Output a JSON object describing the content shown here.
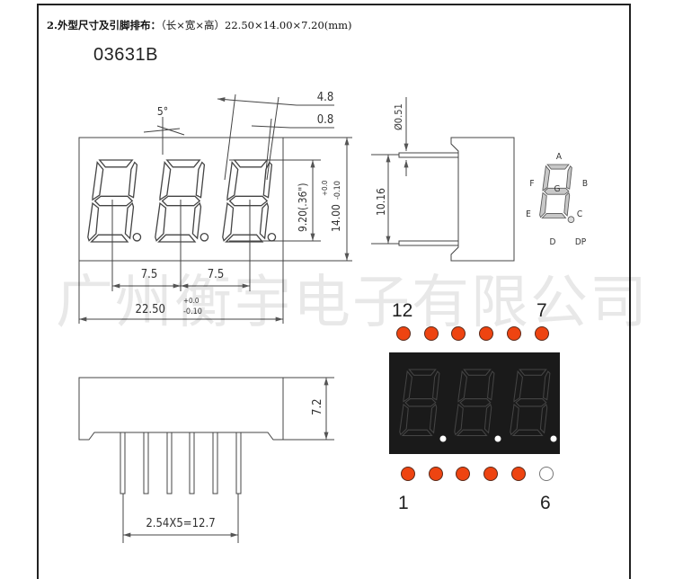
{
  "heading": {
    "section": "2.外型尺寸及引脚排布：",
    "spec": "（长×宽×高）22.50×14.00×7.20(mm)"
  },
  "model": "03631B",
  "watermark": "广州衡宇电子有限公司",
  "front_view": {
    "digit_count": 3,
    "angle_label": "5°",
    "segment_width_label": "4.8",
    "stroke_label": "0.8",
    "pitch_left_label": "7.5",
    "pitch_right_label": "7.5",
    "width_label": "22.50",
    "width_tol_upper": "+0.0",
    "width_tol_lower": "-0.10",
    "digit_height_label": "9.20(.36\")",
    "height_label": "14.00",
    "height_tol_upper": "+0.0",
    "height_tol_lower": "-0.10"
  },
  "side_view": {
    "pin_diameter_label": "Ø0.51",
    "row_spacing_label": "10.16"
  },
  "segment_legend": {
    "a": "A",
    "b": "B",
    "c": "C",
    "d": "D",
    "e": "E",
    "f": "F",
    "g": "G",
    "dp": "DP"
  },
  "bottom_view": {
    "thickness_label": "7.2",
    "pin_pitch_label": "2.54X5=12.7",
    "pin_count": 6
  },
  "pinout": {
    "top_left_label": "12",
    "top_right_label": "7",
    "bottom_left_label": "1",
    "bottom_right_label": "6",
    "top_pins": [
      "active",
      "active",
      "active",
      "active",
      "active",
      "active"
    ],
    "bottom_pins": [
      "active",
      "active",
      "active",
      "active",
      "active",
      "empty"
    ],
    "pin_color": "#ee4411",
    "panel_color": "#1a1a1a",
    "segment_color": "#ffffff"
  }
}
